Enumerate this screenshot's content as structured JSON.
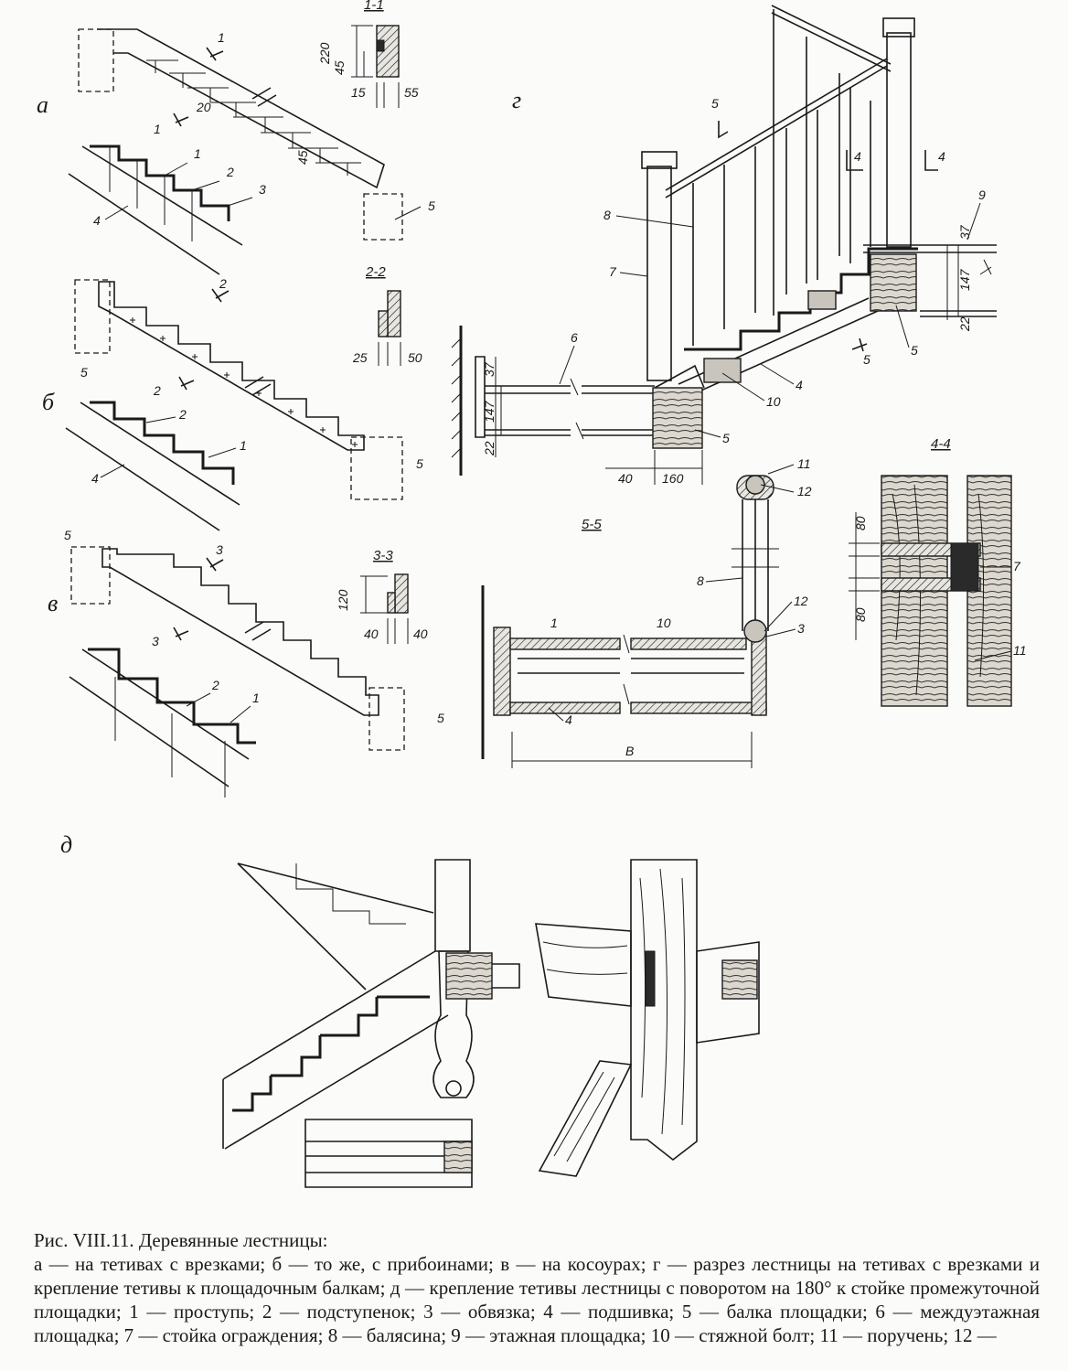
{
  "figure": {
    "panel_labels": {
      "a": "а",
      "b": "б",
      "v": "в",
      "g": "г",
      "d": "д"
    },
    "section_labels": {
      "s1": "1-1",
      "s2": "2-2",
      "s3": "3-3",
      "s4": "4-4",
      "s5": "5-5"
    },
    "section_marks": {
      "m1": "1",
      "m2": "2",
      "m3": "3",
      "m4": "4",
      "m5": "5"
    },
    "part_numbers": {
      "n1": "1",
      "n2": "2",
      "n3": "3",
      "n4": "4",
      "n5": "5",
      "n6": "6",
      "n7": "7",
      "n8": "8",
      "n9": "9",
      "n10": "10",
      "n11": "11",
      "n12": "12"
    },
    "dimensions": {
      "d220": "220",
      "d45": "45",
      "d15": "15",
      "d55": "55",
      "d20": "20",
      "d25": "25",
      "d50": "50",
      "d120": "120",
      "d40": "40",
      "d37": "37",
      "d147": "147",
      "d22": "22",
      "d160": "160",
      "d80": "80",
      "dB": "В"
    }
  },
  "caption": {
    "title": "Рис. VIII.11. Деревянные лестницы:",
    "body": "а — на тетивах с врезками; б — то же, с прибоинами; в — на косоурах; г — разрез лестницы на тетивах с врезками и крепление тетивы к площадочным балкам; д — крепление тетивы лестницы с поворотом на 180° к стойке промежуточной площадки; 1 — проступь; 2 — подступенок; 3 — обвязка; 4 — подшивка; 5 — балка площадки; 6 — междуэтажная площадка; 7 — стойка ограждения; 8 — балясина; 9 — этажная площадка; 10 — стяжной болт; 11 — поручень; 12 —"
  }
}
